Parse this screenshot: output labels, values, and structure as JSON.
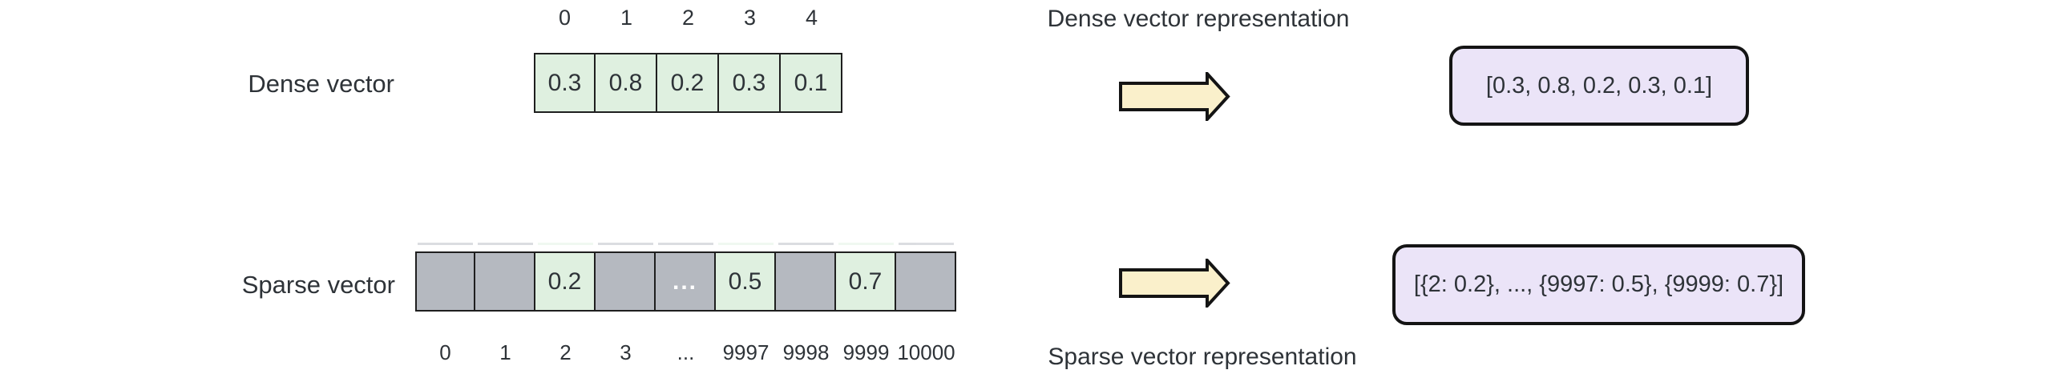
{
  "colors": {
    "background": "#ffffff",
    "text": "#2e3338",
    "cell_border": "#1f1f1f",
    "green_cell": "#dff0e0",
    "gray_cell": "#b5b9c0",
    "ellipsis_text": "#ffffff",
    "arrow_fill": "#faf0cb",
    "arrow_border": "#141414",
    "box_fill": "#ebe4f8",
    "box_border": "#141414"
  },
  "dense": {
    "label": "Dense vector",
    "indices": [
      "0",
      "1",
      "2",
      "3",
      "4"
    ],
    "cells": [
      {
        "value": "0.3",
        "type": "green"
      },
      {
        "value": "0.8",
        "type": "green"
      },
      {
        "value": "0.2",
        "type": "green"
      },
      {
        "value": "0.3",
        "type": "green"
      },
      {
        "value": "0.1",
        "type": "green"
      }
    ],
    "title": "Dense vector representation",
    "representation": "[0.3, 0.8, 0.2, 0.3, 0.1]"
  },
  "sparse": {
    "label": "Sparse vector",
    "indices": [
      "0",
      "1",
      "2",
      "3",
      "...",
      "9997",
      "9998",
      "9999",
      "10000"
    ],
    "cells": [
      {
        "value": "",
        "type": "gray"
      },
      {
        "value": "",
        "type": "gray"
      },
      {
        "value": "0.2",
        "type": "green"
      },
      {
        "value": "",
        "type": "gray"
      },
      {
        "value": "...",
        "type": "gray"
      },
      {
        "value": "0.5",
        "type": "green"
      },
      {
        "value": "",
        "type": "gray"
      },
      {
        "value": "0.7",
        "type": "green"
      },
      {
        "value": "",
        "type": "gray"
      }
    ],
    "title": "Sparse vector representation",
    "representation": "[{2: 0.2}, ..., {9997: 0.5}, {9999: 0.7}]"
  }
}
